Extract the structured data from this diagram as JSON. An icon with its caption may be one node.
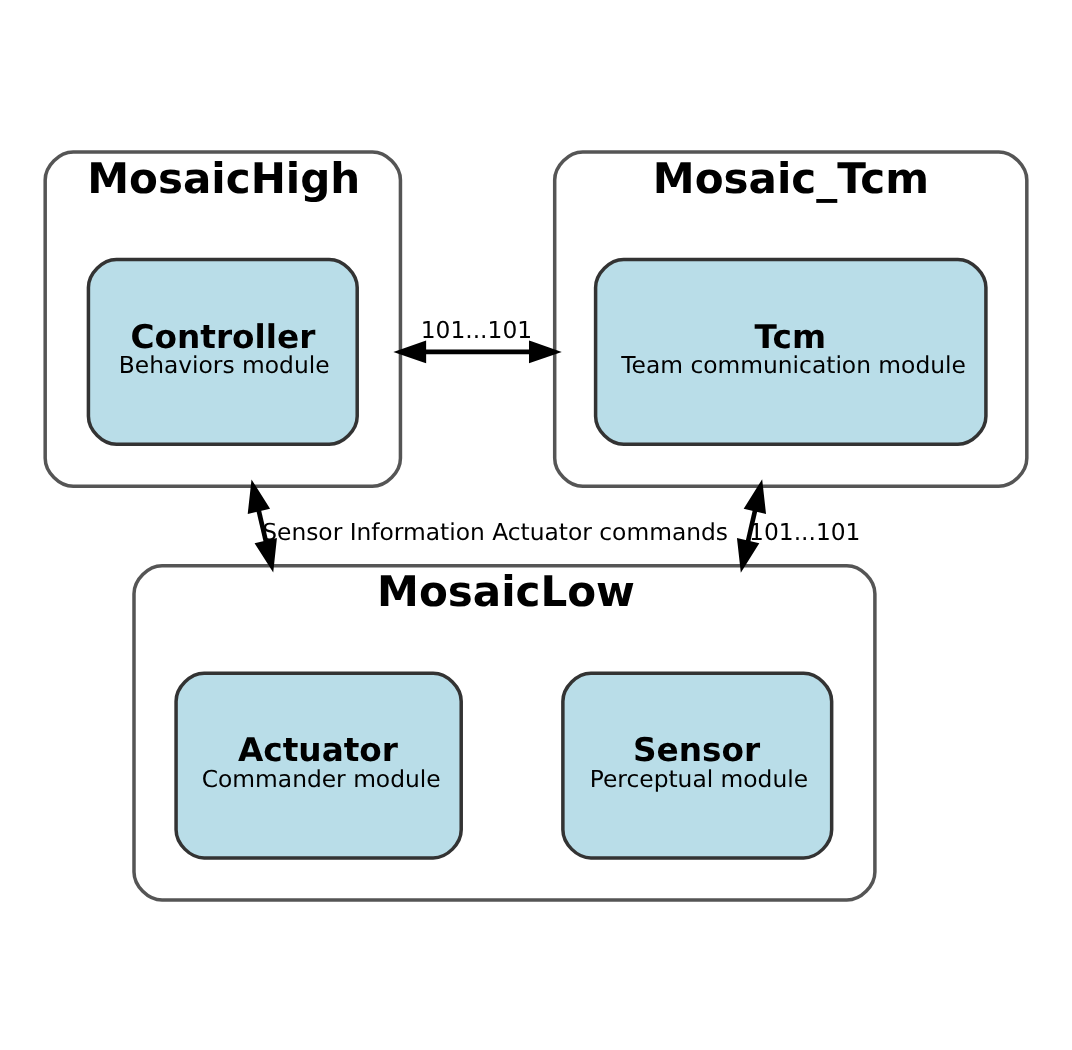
{
  "diagram": {
    "nodes": [
      {
        "text": [
          "MosaicHigh"
        ]
      },
      {
        "text": [
          "Controller",
          "Behaviors module"
        ],
        "in": 0
      },
      {
        "text": [
          "Mosaic_Tcm"
        ]
      },
      {
        "text": [
          "Tcm",
          "Team communication module"
        ],
        "in": 2
      },
      {
        "text": [
          "MosaicLow"
        ]
      },
      {
        "text": [
          "Actuator",
          "Commander module"
        ],
        "in": 4
      },
      {
        "text": [
          "Sensor",
          "Perceptual module"
        ],
        "in": 4
      }
    ],
    "edges": [
      {
        "from": 0,
        "to": 2,
        "arrow": "both",
        "label": "101...101"
      },
      {
        "from": 0,
        "to": 4,
        "arrow": "both",
        "label": "Sensor Information Actuator commands"
      },
      {
        "from": 2,
        "to": 4,
        "arrow": "both",
        "label": "101...101"
      }
    ]
  }
}
